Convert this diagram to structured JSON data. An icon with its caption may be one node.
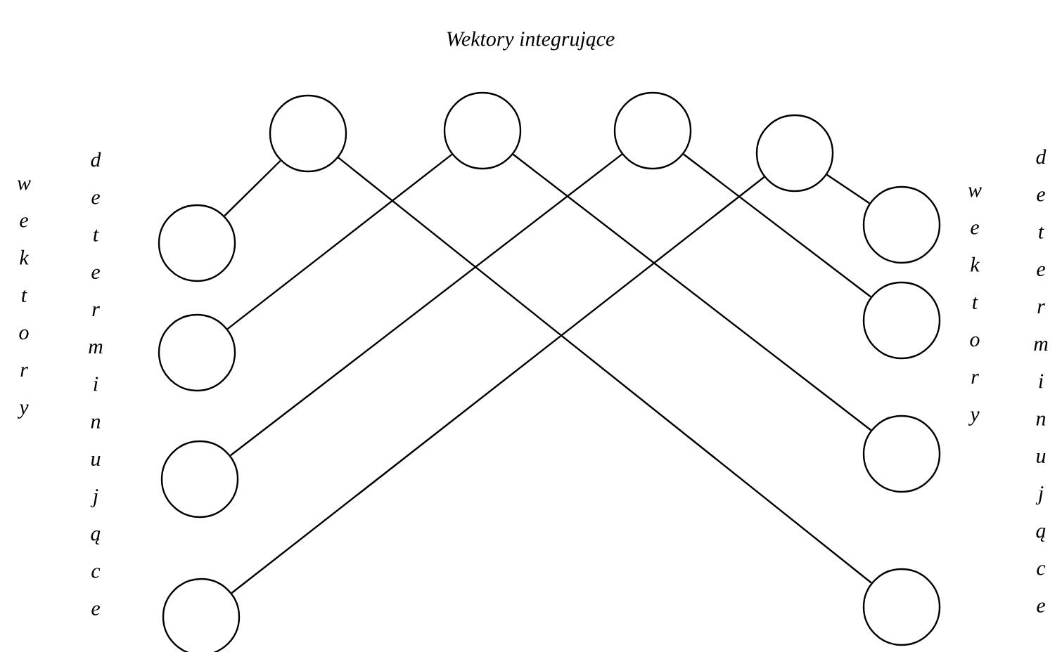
{
  "diagram": {
    "title": "Wektory integrujące",
    "nodes": [
      {
        "text": [],
        "shape": "circle"
      },
      {
        "text": [],
        "shape": "circle"
      },
      {
        "text": [],
        "shape": "circle"
      },
      {
        "text": [],
        "shape": "circle"
      },
      {
        "text": [],
        "shape": "circle"
      },
      {
        "text": [],
        "shape": "circle"
      },
      {
        "text": [],
        "shape": "circle"
      },
      {
        "text": [],
        "shape": "circle"
      },
      {
        "text": [],
        "shape": "circle"
      },
      {
        "text": [],
        "shape": "circle"
      },
      {
        "text": [],
        "shape": "circle"
      },
      {
        "text": [],
        "shape": "circle"
      }
    ],
    "edges": [
      {
        "from": 4,
        "to": 0,
        "arrow": "none"
      },
      {
        "from": 5,
        "to": 1,
        "arrow": "none"
      },
      {
        "from": 6,
        "to": 2,
        "arrow": "none"
      },
      {
        "from": 7,
        "to": 3,
        "arrow": "none"
      },
      {
        "from": 0,
        "to": 11,
        "arrow": "none"
      },
      {
        "from": 1,
        "to": 10,
        "arrow": "none"
      },
      {
        "from": 2,
        "to": 9,
        "arrow": "none"
      },
      {
        "from": 3,
        "to": 8,
        "arrow": "none"
      }
    ],
    "labels": [
      "wektory",
      "determinujące",
      "wektory",
      "determinujące"
    ]
  }
}
